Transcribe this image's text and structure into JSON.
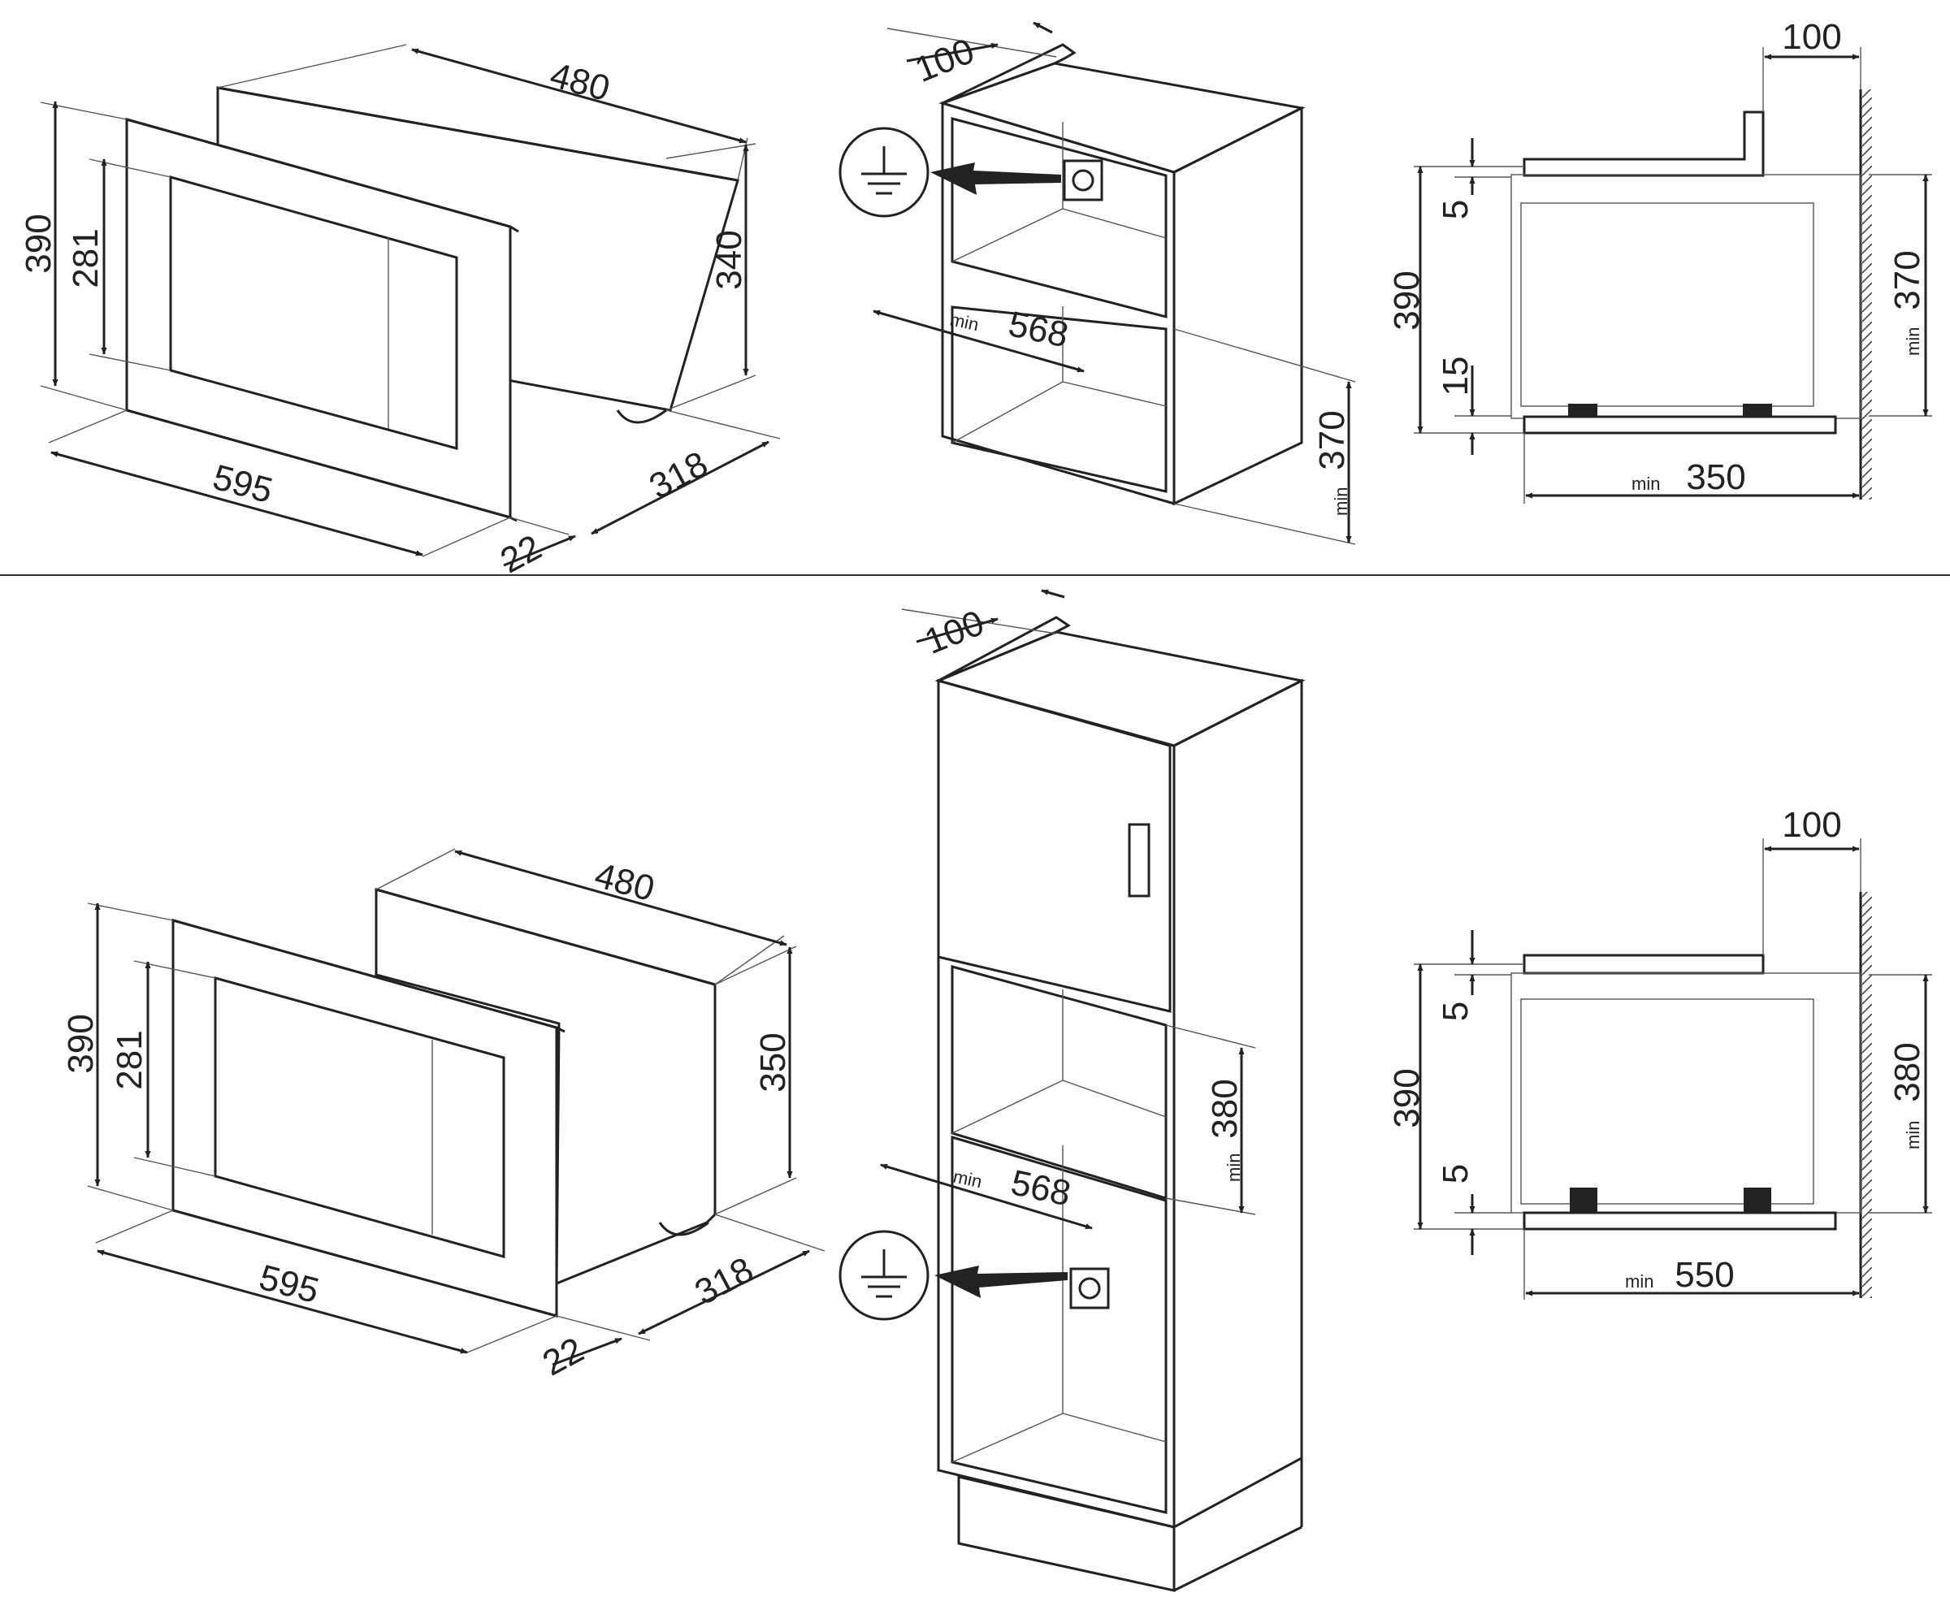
{
  "colors": {
    "line": "#222222",
    "background": "#ffffff",
    "divider": "#333333"
  },
  "top": {
    "appliance": {
      "width": "595",
      "depth": "480",
      "height": "390",
      "body_height": "340",
      "window_height": "281",
      "body_depth": "318",
      "frame": "22"
    },
    "cabinet": {
      "rear_gap": "100",
      "niche_width_min": "min",
      "niche_width": "568",
      "niche_height_min": "min",
      "niche_height": "370",
      "icon": "ground-symbol-icon"
    },
    "section": {
      "rear_gap": "100",
      "height": "390",
      "top_gap": "5",
      "bottom_gap": "15",
      "niche_height_min": "min",
      "niche_height": "370",
      "depth_min": "min",
      "depth": "350"
    }
  },
  "bottom": {
    "appliance": {
      "width": "595",
      "depth": "480",
      "height": "390",
      "body_height": "350",
      "window_height": "281",
      "body_depth": "318",
      "frame": "22"
    },
    "cabinet": {
      "rear_gap": "100",
      "niche_width_min": "min",
      "niche_width": "568",
      "niche_height_min": "min",
      "niche_height": "380",
      "icon": "ground-symbol-icon"
    },
    "section": {
      "rear_gap": "100",
      "height": "390",
      "top_gap": "5",
      "bottom_gap": "5",
      "niche_height_min": "min",
      "niche_height": "380",
      "depth_min": "min",
      "depth": "550"
    }
  }
}
